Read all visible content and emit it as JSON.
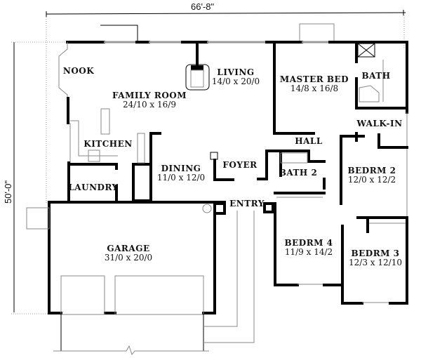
{
  "dimensions": {
    "width": "66'-8\"",
    "depth": "50'-0\""
  },
  "rooms": {
    "nook": {
      "name": "NOOK",
      "size": ""
    },
    "family_room": {
      "name": "FAMILY ROOM",
      "size": "24/10 x 16/9"
    },
    "living": {
      "name": "LIVING",
      "size": "14/0 x 20/0"
    },
    "master_bed": {
      "name": "MASTER BED",
      "size": "14/8 x 16/8"
    },
    "bath": {
      "name": "BATH",
      "size": ""
    },
    "walk_in": {
      "name": "WALK-IN",
      "size": ""
    },
    "kitchen": {
      "name": "KITCHEN",
      "size": ""
    },
    "hall": {
      "name": "HALL",
      "size": ""
    },
    "dining": {
      "name": "DINING",
      "size": "11/0 x 12/0"
    },
    "foyer": {
      "name": "FOYER",
      "size": ""
    },
    "bath2": {
      "name": "BATH 2",
      "size": ""
    },
    "bedrm2": {
      "name": "BEDRM 2",
      "size": "12/0 x 12/2"
    },
    "laundry": {
      "name": "LAUNDRY",
      "size": ""
    },
    "entry": {
      "name": "ENTRY",
      "size": ""
    },
    "garage": {
      "name": "GARAGE",
      "size": "31/0 x 20/0"
    },
    "bedrm4": {
      "name": "BEDRM 4",
      "size": "11/9 x 14/2"
    },
    "bedrm3": {
      "name": "BEDRM 3",
      "size": "12/3 x 12/10"
    }
  }
}
